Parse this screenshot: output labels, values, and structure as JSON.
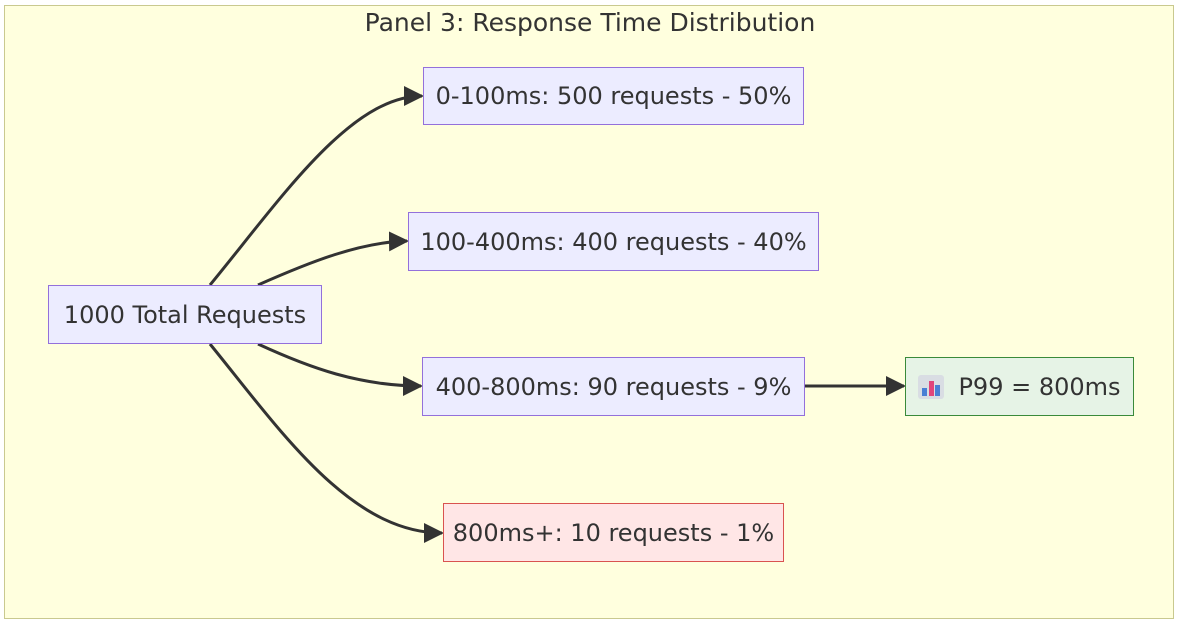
{
  "panel": {
    "title": "Panel 3: Response Time Distribution",
    "background": "#ffffde"
  },
  "nodes": {
    "total": {
      "label": "1000 Total Requests"
    },
    "bucket_0_100": {
      "label": "0-100ms: 500 requests - 50%"
    },
    "bucket_100_400": {
      "label": "100-400ms: 400 requests - 40%"
    },
    "bucket_400_800": {
      "label": "400-800ms: 90 requests - 9%"
    },
    "bucket_800_plus": {
      "label": "800ms+: 10 requests - 1%"
    },
    "p99": {
      "label": "P99 = 800ms",
      "icon": "bar-chart-icon"
    }
  },
  "edges": [
    {
      "from": "total",
      "to": "bucket_0_100"
    },
    {
      "from": "total",
      "to": "bucket_100_400"
    },
    {
      "from": "total",
      "to": "bucket_400_800"
    },
    {
      "from": "total",
      "to": "bucket_800_plus"
    },
    {
      "from": "bucket_400_800",
      "to": "p99"
    }
  ],
  "colors": {
    "node_fill": "#ececff",
    "node_border": "#9370db",
    "danger_fill": "#ffe6e6",
    "danger_border": "#d9534f",
    "success_fill": "#e6f3e6",
    "success_border": "#3a8a3a",
    "edge": "#333333"
  }
}
